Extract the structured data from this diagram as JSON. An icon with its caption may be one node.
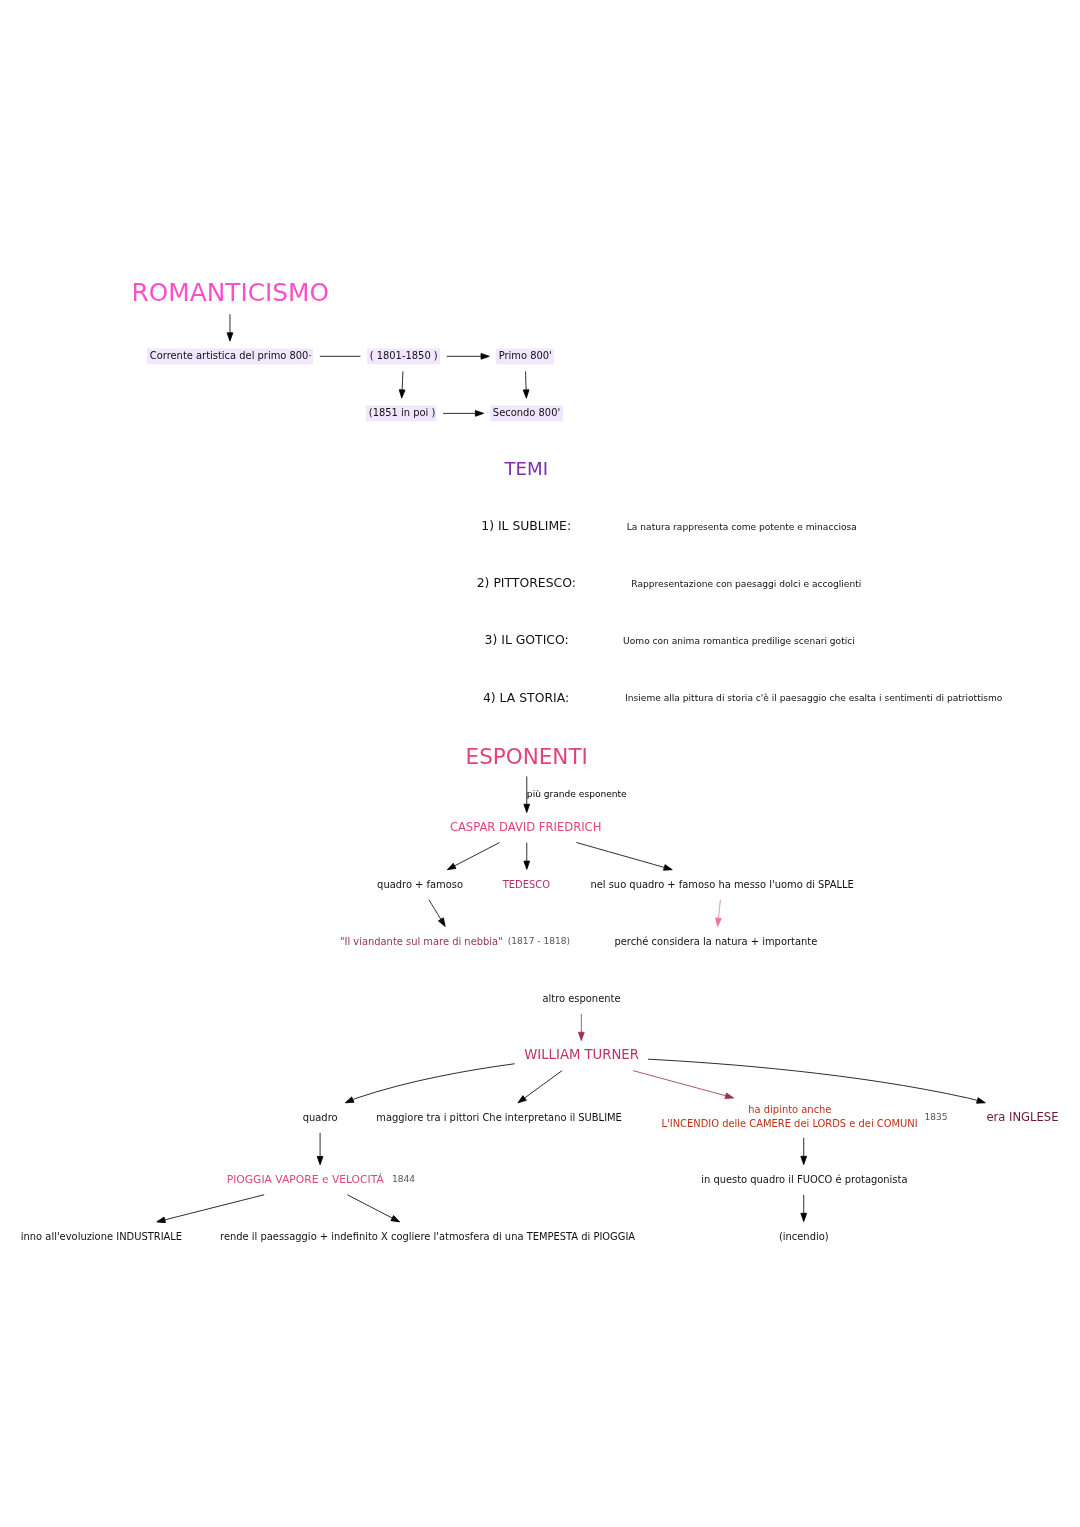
{
  "diagram": {
    "nodes": [
      {
        "text": [
          "ROMANTICISMO"
        ]
      },
      {
        "text": [
          "Corrente artistica del primo 800·"
        ]
      },
      {
        "text": [
          "( 1801-1850 )"
        ]
      },
      {
        "text": [
          "Primo 800'"
        ]
      },
      {
        "text": [
          "(1851 in poi )"
        ]
      },
      {
        "text": [
          "Secondo 800'"
        ]
      },
      {
        "text": [
          "ESPONENTI"
        ]
      },
      {
        "text": [
          "CASPAR DAVID FRIEDRICH"
        ]
      },
      {
        "text": [
          "\"Il viandante sul mare di nebbia\""
        ],
        "beside": [
          "(1817 - 1818)"
        ]
      },
      {
        "text": [
          "quadro + famoso"
        ]
      },
      {
        "text": [
          "TEDESCO"
        ]
      },
      {
        "text": [
          "nel suo quadro + famoso ha messo l'uomo di SPALLE"
        ]
      },
      {
        "text": [
          "perché considera la natura + importante"
        ]
      },
      {
        "text": [
          "altro esponente"
        ]
      },
      {
        "text": [
          "WILLIAM TURNER"
        ]
      },
      {
        "text": [
          "quadro"
        ]
      },
      {
        "text": [
          "PIOGGIA VAPORE e VELOCITÁ"
        ],
        "beside": [
          "1844"
        ]
      },
      {
        "text": [
          "inno all'evoluzione INDUSTRIALE"
        ]
      },
      {
        "text": [
          "rende il paessaggio + indefinito X cogliere l'atmosfera di una TEMPESTA di PIOGGIA"
        ]
      },
      {
        "text": [
          "maggiore tra i pittori Che interpretano il SUBLIME"
        ]
      },
      {
        "text": [
          "ha dipinto anche",
          "L'INCENDIO delle CAMERE dei LORDS e dei COMUNI"
        ],
        "beside": [
          "1835"
        ]
      },
      {
        "text": [
          "era INGLESE"
        ]
      },
      {
        "text": [
          "in questo quadro il FUOCO é protagonista"
        ]
      },
      {
        "text": [
          "(incendio)"
        ]
      }
    ],
    "edges": [
      {
        "from": 0,
        "to": 1,
        "arrow": "to"
      },
      {
        "from": 1,
        "to": 2,
        "arrow": "none"
      },
      {
        "from": 2,
        "to": 3,
        "arrow": "to"
      },
      {
        "from": 2,
        "to": 4,
        "arrow": "to"
      },
      {
        "from": 3,
        "to": 5,
        "arrow": "to"
      },
      {
        "from": 4,
        "to": 5,
        "arrow": "to"
      },
      {
        "from": 6,
        "to": 7,
        "arrow": "to",
        "label": "più grande esponente"
      },
      {
        "from": 7,
        "to": 9,
        "arrow": "to"
      },
      {
        "from": 9,
        "to": 8,
        "arrow": "to"
      },
      {
        "from": 7,
        "to": 10,
        "arrow": "to"
      },
      {
        "from": 7,
        "to": 11,
        "arrow": "to"
      },
      {
        "from": 11,
        "to": 12,
        "arrow": "to",
        "color": "#e8799a"
      },
      {
        "from": 13,
        "to": 14,
        "arrow": "to",
        "color": "#9c2f5c"
      },
      {
        "from": 14,
        "to": 15,
        "arrow": "to"
      },
      {
        "from": 15,
        "to": 16,
        "arrow": "to"
      },
      {
        "from": 16,
        "to": 17,
        "arrow": "to"
      },
      {
        "from": 16,
        "to": 18,
        "arrow": "to"
      },
      {
        "from": 14,
        "to": 19,
        "arrow": "to"
      },
      {
        "from": 14,
        "to": 20,
        "arrow": "to",
        "color": "#9c2f5c"
      },
      {
        "from": 14,
        "to": 21,
        "arrow": "to"
      },
      {
        "from": 20,
        "to": 22,
        "arrow": "to"
      },
      {
        "from": 22,
        "to": 23,
        "arrow": "to"
      }
    ],
    "labels": [
      "TEMI",
      "1) IL SUBLIME:",
      "La natura rappresenta come potente e minacciosa",
      "2) PITTORESCO:",
      "Rappresentazione con paesaggi dolci e accoglienti",
      "3) IL GOTICO:",
      "Uomo con anima romantica predilige scenari gotici",
      "4) LA STORIA:",
      "Insieme alla pittura di storia c'è il paesaggio che esalta i sentimenti di patriottismo"
    ]
  }
}
